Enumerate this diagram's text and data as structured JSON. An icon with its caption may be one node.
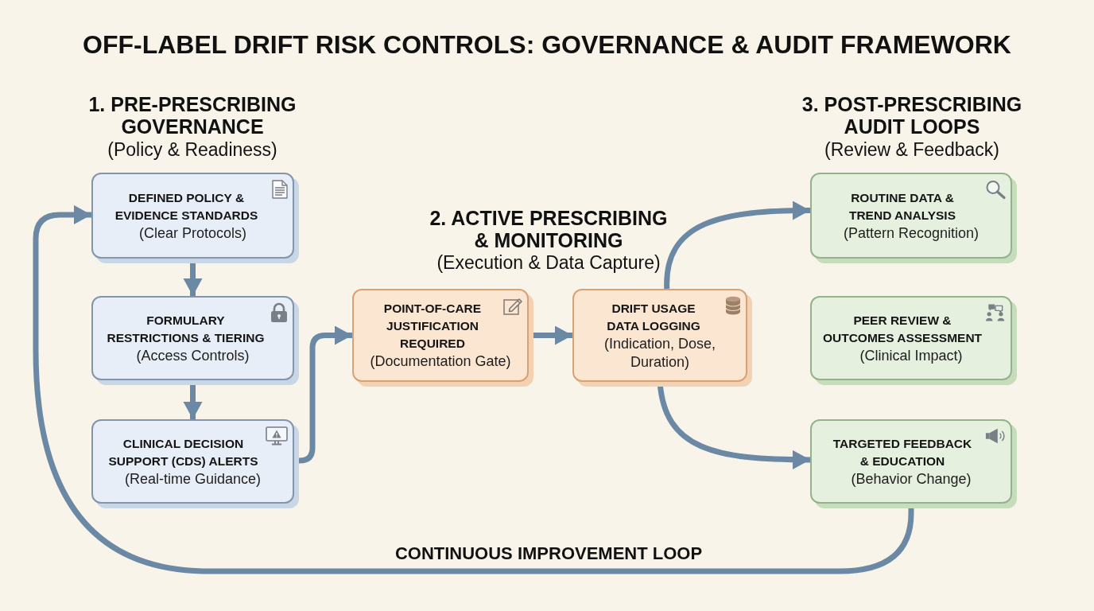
{
  "diagram": {
    "title": "OFF-LABEL DRIFT RISK CONTROLS: GOVERNANCE & AUDIT FRAMEWORK",
    "nodes": [
      {
        "text": [
          "DEFINED POLICY & EVIDENCE STANDARDS",
          "(Clear Protocols)"
        ]
      },
      {
        "text": [
          "FORMULARY RESTRICTIONS & TIERING",
          "(Access Controls)"
        ]
      },
      {
        "text": [
          "CLINICAL DECISION SUPPORT (CDS) ALERTS",
          "(Real-time Guidance)"
        ]
      },
      {
        "text": [
          "POINT-OF-CARE JUSTIFICATION REQUIRED",
          "(Documentation Gate)"
        ]
      },
      {
        "text": [
          "DRIFT USAGE DATA LOGGING",
          "(Indication, Dose, Duration)"
        ]
      },
      {
        "text": [
          "ROUTINE DATA & TREND ANALYSIS",
          "(Pattern Recognition)"
        ]
      },
      {
        "text": [
          "PEER REVIEW & OUTCOMES ASSESSMENT",
          "(Clinical Impact)"
        ]
      },
      {
        "text": [
          "TARGETED FEEDBACK & EDUCATION",
          "(Behavior Change)"
        ]
      }
    ],
    "edges": [
      {
        "from": 0,
        "to": 1,
        "arrow": "to"
      },
      {
        "from": 1,
        "to": 2,
        "arrow": "to"
      },
      {
        "from": 2,
        "to": 3,
        "arrow": "to"
      },
      {
        "from": 3,
        "to": 4,
        "arrow": "to"
      },
      {
        "from": 4,
        "to": 5,
        "arrow": "to"
      },
      {
        "from": 4,
        "to": 7,
        "arrow": "to"
      },
      {
        "from": 7,
        "to": 0,
        "arrow": "to",
        "label": "CONTINUOUS IMPROVEMENT LOOP"
      }
    ],
    "labels": [
      "1. PRE-PRESCRIBING GOVERNANCE",
      "(Policy & Readiness)",
      "2. ACTIVE PRESCRIBING & MONITORING",
      "(Execution & Data Capture)",
      "3. POST-PRESCRIBING AUDIT LOOPS",
      "(Review & Feedback)"
    ]
  }
}
